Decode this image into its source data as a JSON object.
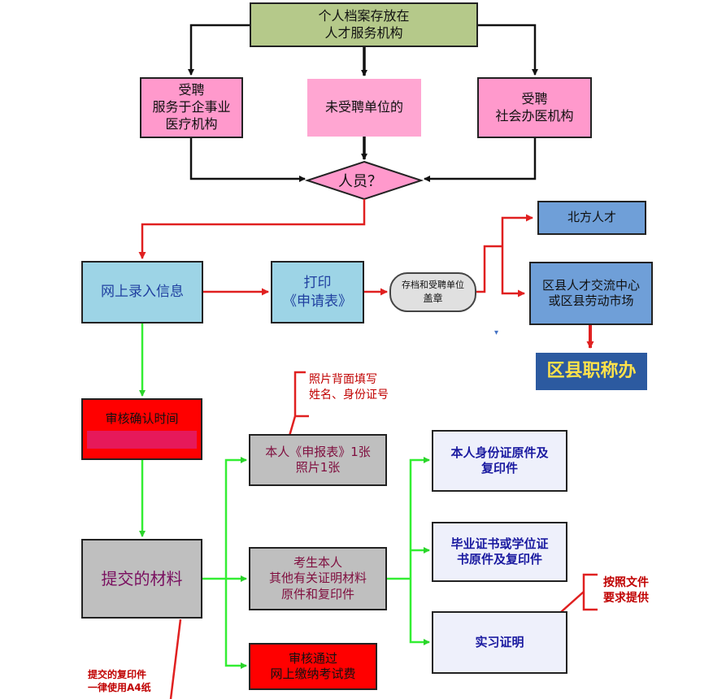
{
  "nodes": {
    "archive": [
      "个人档案存放在",
      "人才服务机构"
    ],
    "hired_enterprise": [
      "受聘",
      "服务于企事业",
      "医疗机构"
    ],
    "unhired": [
      "未受聘单位的"
    ],
    "hired_social": [
      "受聘",
      "社会办医机构"
    ],
    "personnel": "人员？",
    "online_entry": "网上录入信息",
    "print_form": [
      "打印",
      "《申请表》"
    ],
    "stamp": [
      "存档和受聘单位",
      "盖章"
    ],
    "north_talent": "北方人才",
    "district_center": [
      "区县人才交流中心",
      "或区县劳动市场"
    ],
    "title_office": "区县职称办",
    "review_time": "审核确认时间",
    "submit_materials": "提交的材料",
    "form_photo": [
      "本人《申报表》1张",
      "照片1张"
    ],
    "other_docs": [
      "考生本人",
      "其他有关证明材料",
      "原件和复印件"
    ],
    "review_pay": [
      "审核通过",
      "网上缴纳考试费"
    ],
    "id_card": [
      "本人身份证原件及",
      "复印件"
    ],
    "diploma": [
      "毕业证书或学位证",
      "书原件及复印件"
    ],
    "internship": "实习证明"
  },
  "notes": {
    "photo_back": [
      "照片背面填写",
      "姓名、身份证号"
    ],
    "per_document": [
      "按照文件",
      "要求提供"
    ],
    "a4_paper": [
      "提交的复印件",
      "一律使用A4纸"
    ]
  },
  "marker": "▾",
  "colors": {
    "black_line": "#111111",
    "red_line": "#e02020",
    "green_line": "#33ee33"
  }
}
